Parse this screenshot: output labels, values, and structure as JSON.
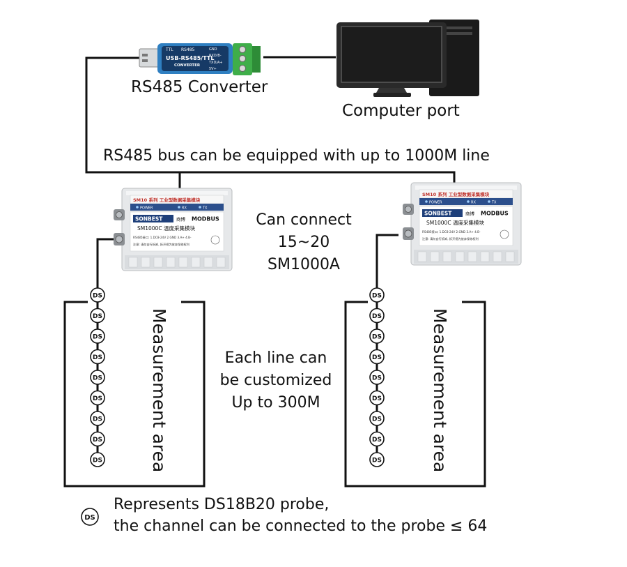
{
  "converter": {
    "label": "RS485 Converter",
    "device_top_labels": [
      "TTL",
      "RS485"
    ],
    "device_name": "USB-RS485/TTL",
    "device_sub": "CONVERTER",
    "pins": [
      "GND",
      "RXD/B-",
      "TXD/A+",
      "5V+"
    ]
  },
  "computer": {
    "label": "Computer port"
  },
  "bus": {
    "label": "RS485 bus can be equipped with up to 1000M line"
  },
  "module": {
    "header": "SM10 系列 工业型数据采集模块",
    "leds": [
      "POWER",
      "RX",
      "TX"
    ],
    "brand": "SONBEST",
    "brand_cn": "商博",
    "protocol": "MODBUS",
    "model": "SM1000C 温度采集模块",
    "spec": "RS485接口: 1.DC8-24V 2.GND 3.A+ 4.B-",
    "note": "注意: 请勿自行拆卸, 拆开视为放弃保修权利"
  },
  "connect_note": [
    "Can connect",
    "15~20",
    "SM1000A"
  ],
  "line_note": [
    "Each line can",
    "be customized",
    "Up to 300M"
  ],
  "area_label": "Measurement area",
  "probe_symbol": "DS",
  "probe_count_per_line": 9,
  "legend": {
    "symbol": "DS",
    "line1": "Represents DS18B20 probe,",
    "line2": "the channel can be connected to the probe ≤ 64"
  }
}
